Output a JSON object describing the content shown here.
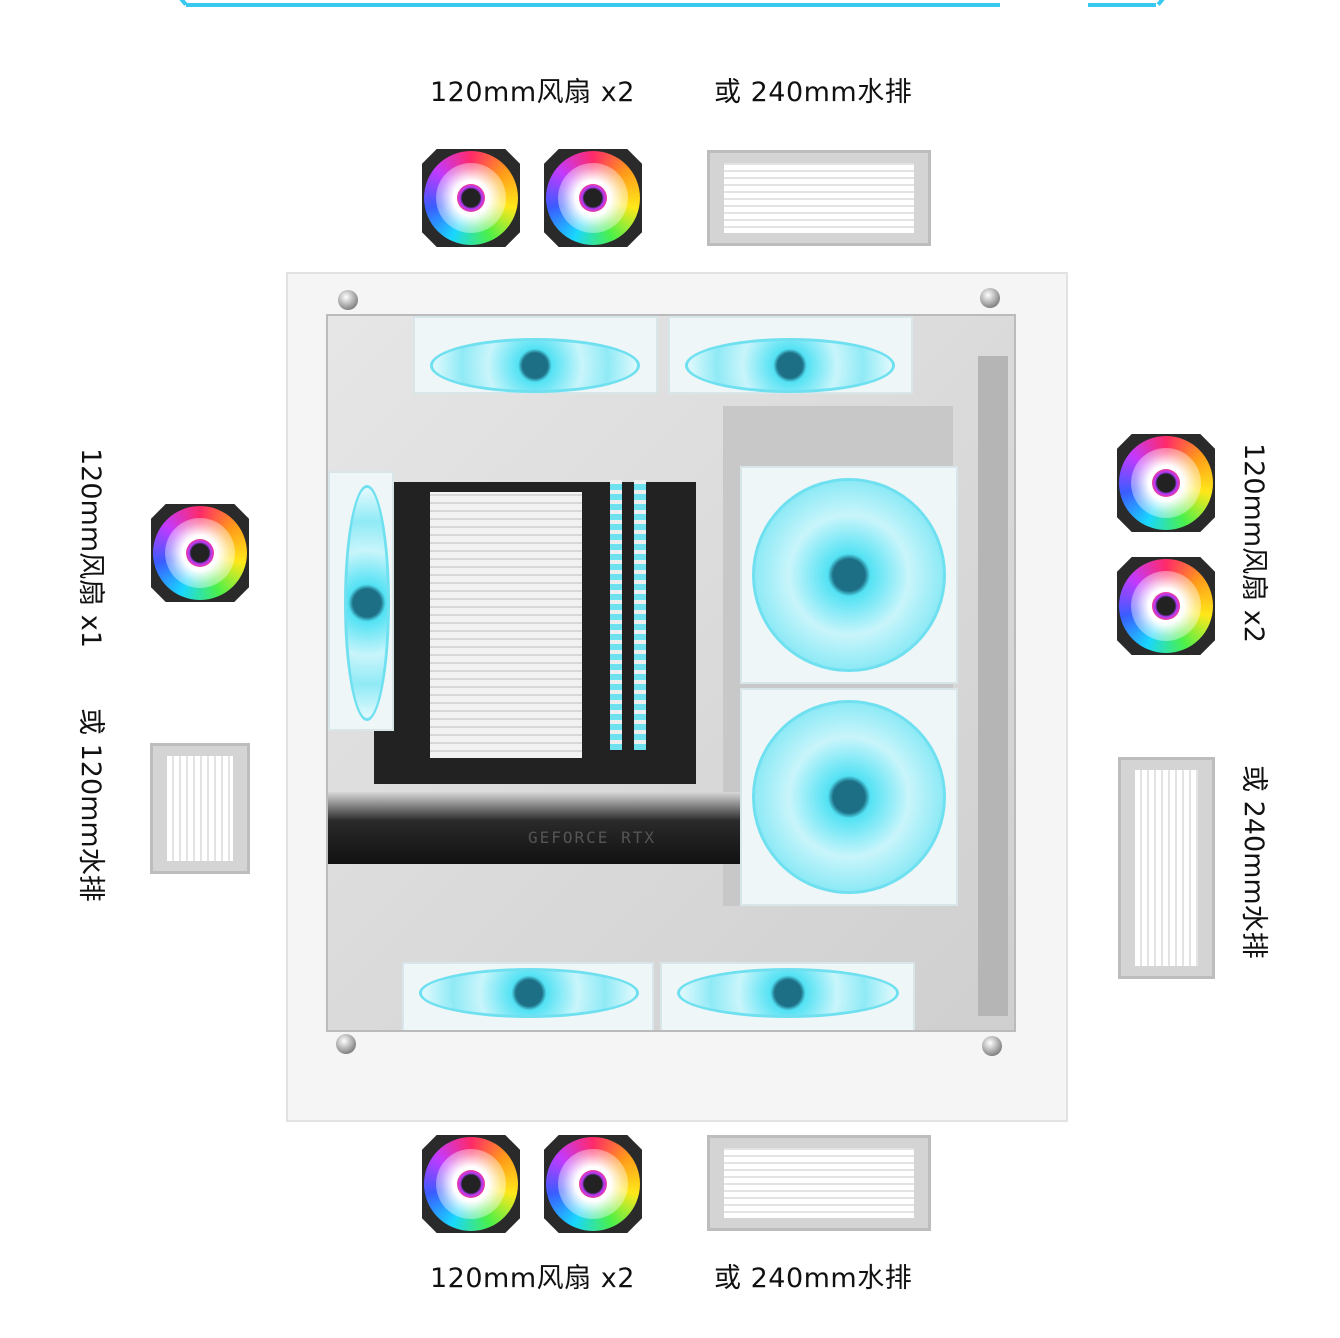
{
  "top": {
    "fan_label": "120mm风扇 x2",
    "rad_label": "或 240mm水排"
  },
  "left": {
    "fan_label": "120mm风扇 x1",
    "rad_label": "或 120mm水排"
  },
  "right": {
    "fan_label": "120mm风扇 x2",
    "rad_label": "或 240mm水排"
  },
  "bottom": {
    "fan_label": "120mm风扇 x2",
    "rad_label": "或 240mm水排"
  },
  "case": {
    "gpu_text": "GEFORCE RTX"
  },
  "colors": {
    "accent": "#38c8f0",
    "case": "#f4f4f4",
    "fan_glow": "#6fe0f0"
  }
}
